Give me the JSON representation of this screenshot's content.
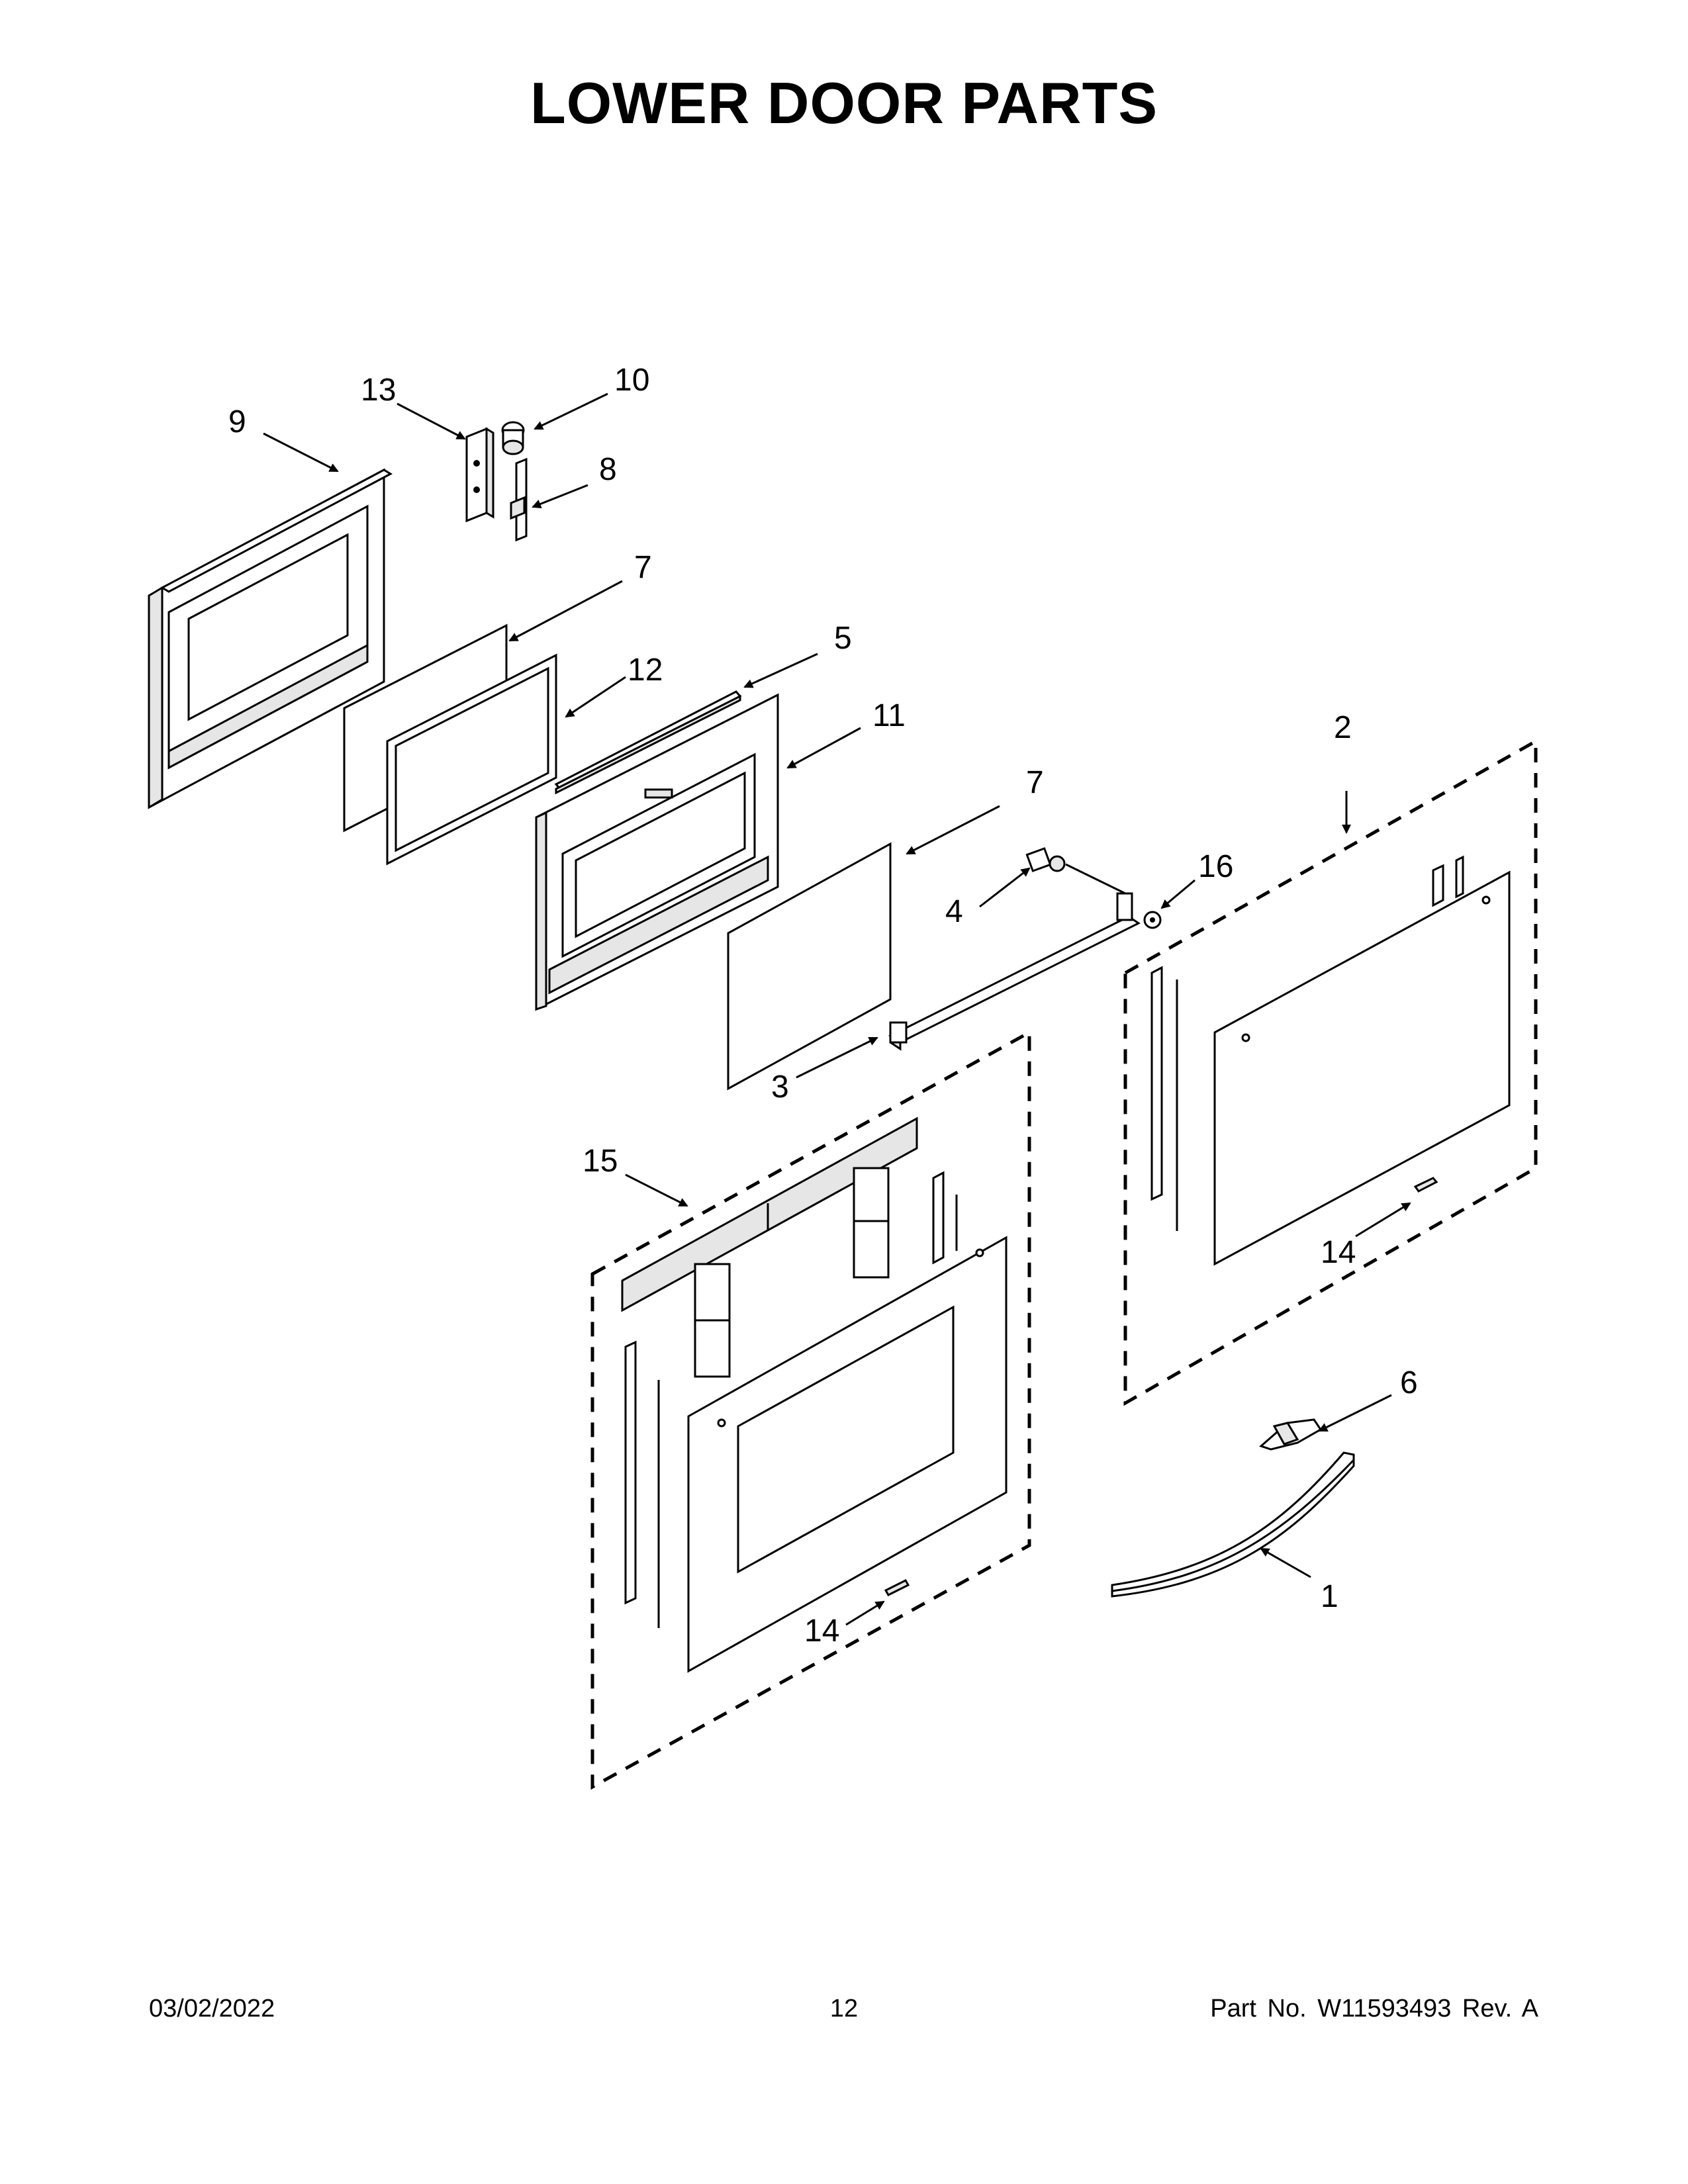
{
  "title": "LOWER DOOR PARTS",
  "callouts": {
    "c1": "1",
    "c2": "2",
    "c3": "3",
    "c4": "4",
    "c5": "5",
    "c6": "6",
    "c7a": "7",
    "c7b": "7",
    "c8": "8",
    "c9": "9",
    "c10": "10",
    "c11": "11",
    "c12": "12",
    "c13": "13",
    "c14a": "14",
    "c14b": "14",
    "c15": "15",
    "c16": "16"
  },
  "footer": {
    "date": "03/02/2022",
    "page": "12",
    "part_no": "Part No.  W11593493  Rev.  A"
  }
}
